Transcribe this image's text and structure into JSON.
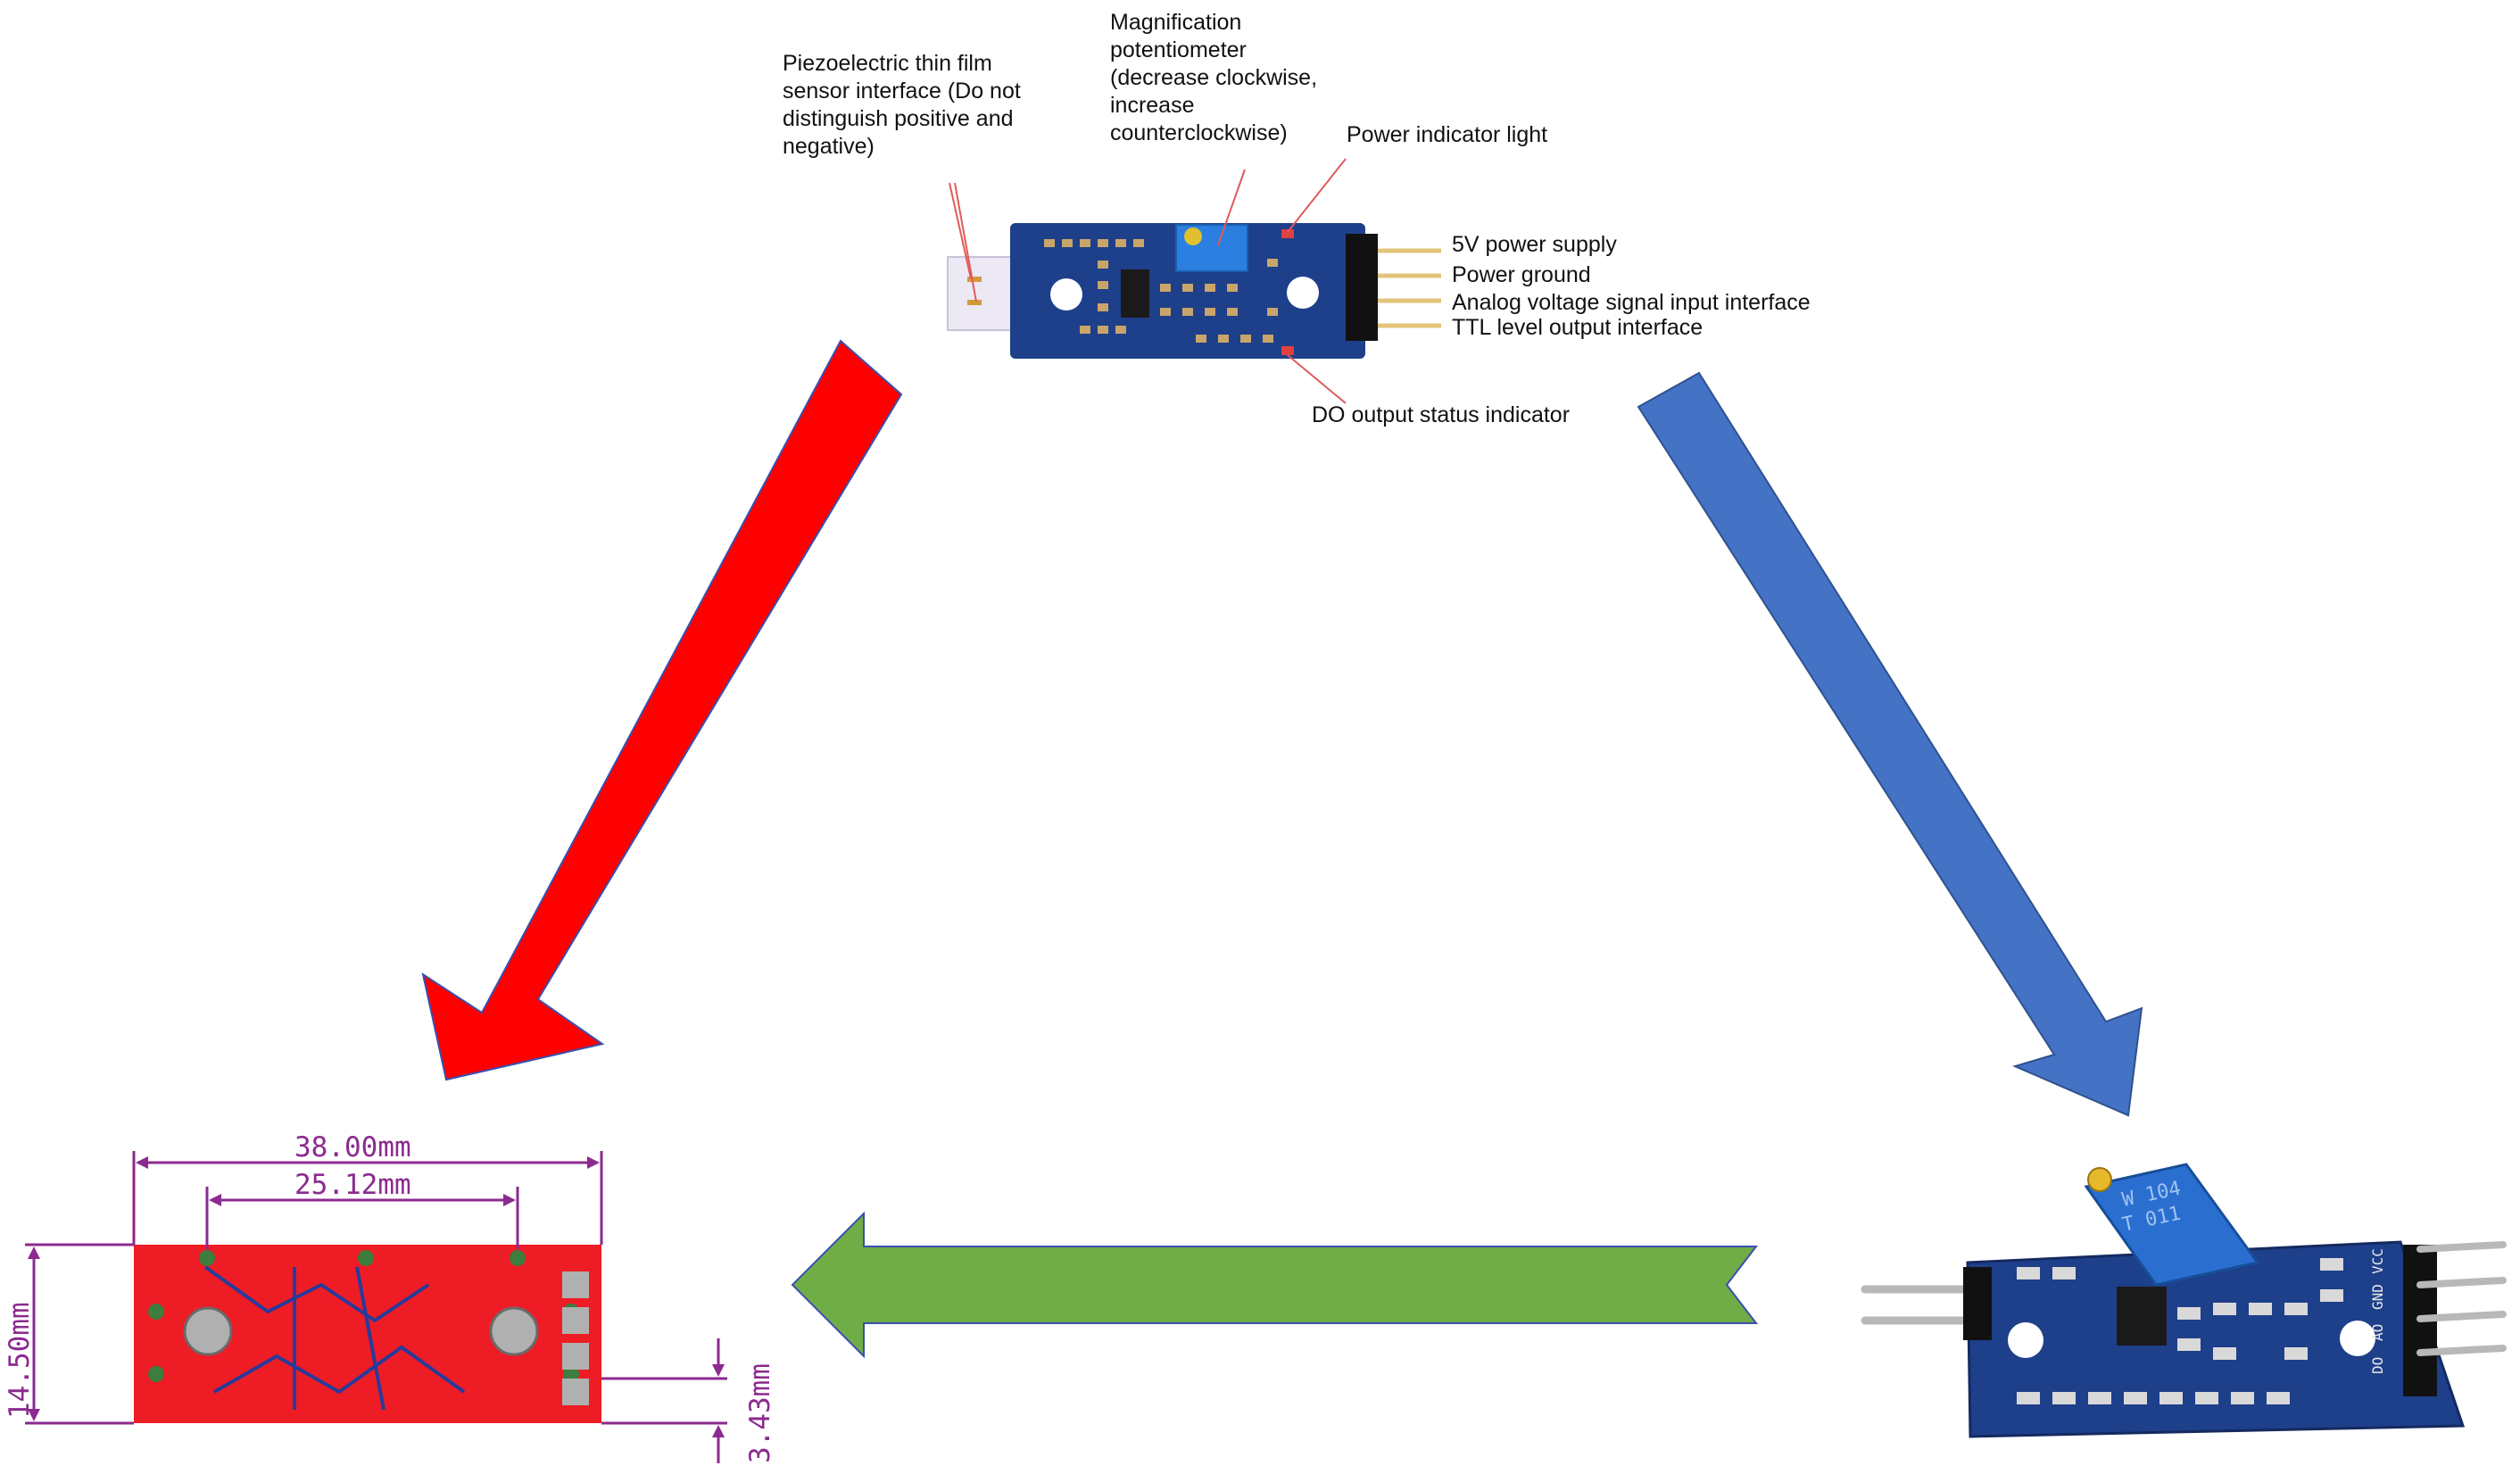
{
  "labels": {
    "piezo": "Piezoelectric thin film\nsensor interface (Do not\ndistinguish positive and\nnegative)",
    "magnification": "Magnification\npotentiometer\n(decrease clockwise,\nincrease\ncounterclockwise)",
    "power_light": "Power indicator light",
    "do_indicator": "DO output status indicator"
  },
  "pins": [
    {
      "label": "5V power supply",
      "silk": "VCC"
    },
    {
      "label": "Power ground",
      "silk": "GND"
    },
    {
      "label": "Analog voltage signal input interface",
      "silk": "AO"
    },
    {
      "label": "TTL level output interface",
      "silk": "DO"
    }
  ],
  "dimensions": {
    "width": "38.00mm",
    "hole_spacing": "25.12mm",
    "height": "14.50mm",
    "hole_offset": "3.43mm"
  },
  "board_text": {
    "pot_line1": "W 104",
    "pot_line2": "T 011"
  },
  "colors": {
    "red_arrow": "#ff0000",
    "blue_arrow": "#4472c4",
    "green_arrow": "#70ad47",
    "pcb_blue": "#1e3f8a",
    "pcb_red": "#ee1c25",
    "dimension": "#8b2a8f"
  }
}
